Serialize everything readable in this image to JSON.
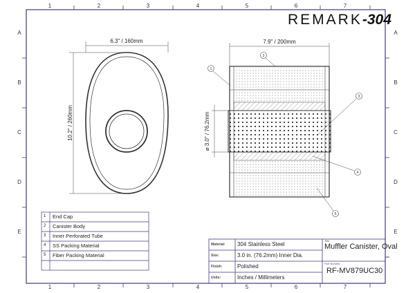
{
  "logo": {
    "text": "REMARK",
    "suffix": "-304"
  },
  "grid": {
    "columns": [
      "1",
      "2",
      "3",
      "4",
      "5",
      "6",
      "7"
    ],
    "rows": [
      "A",
      "B",
      "C",
      "D",
      "E"
    ]
  },
  "front_view": {
    "width_dim": "6.3\" / 160mm",
    "height_dim": "10.2\" / 260mm"
  },
  "side_view": {
    "length_dim": "7.9\" / 200mm",
    "diameter_dim": "⌀ 3.0\" / 76.2mm",
    "balloons": [
      "1",
      "2",
      "3",
      "4",
      "5"
    ]
  },
  "parts_list": [
    {
      "num": "1",
      "name": "End Cap"
    },
    {
      "num": "2",
      "name": "Canister Body"
    },
    {
      "num": "3",
      "name": "Inner Perforated Tube"
    },
    {
      "num": "4",
      "name": "SS Packing Material"
    },
    {
      "num": "5",
      "name": "Fiber Packing Material"
    },
    {
      "num": "",
      "name": ""
    }
  ],
  "title_block": {
    "rows": [
      {
        "key": "Material:",
        "value": "304 Stainless Steel"
      },
      {
        "key": "Size:",
        "value": "3.0 in. (76.2mm) Inner Dia."
      },
      {
        "key": "Finish:",
        "value": "Polished"
      },
      {
        "key": "Units:",
        "value": "Inches / Millimeters"
      }
    ],
    "title_label": "Title",
    "title": "Muffler Canister, Oval",
    "part_number_label": "Part Number",
    "part_number": "RF-MV879UC30"
  },
  "colors": {
    "frame": "#3f3a7a",
    "line": "#333333"
  }
}
